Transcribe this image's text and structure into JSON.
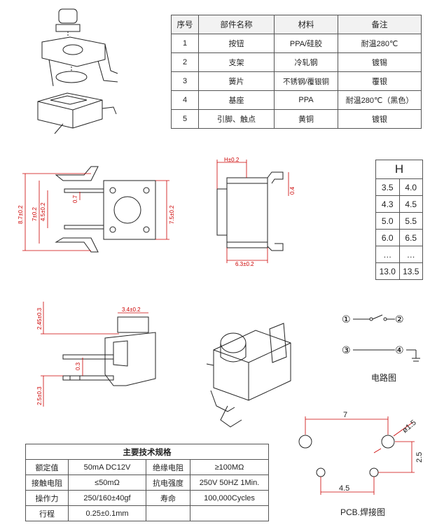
{
  "parts_table": {
    "headers": [
      "序号",
      "部件名称",
      "材料",
      "备注"
    ],
    "rows": [
      [
        "1",
        "按钮",
        "PPA/硅胶",
        "耐温280℃"
      ],
      [
        "2",
        "支架",
        "冷轧钢",
        "镀锡"
      ],
      [
        "3",
        "簧片",
        "不锈钢/覆银铜",
        "覆银"
      ],
      [
        "4",
        "基座",
        "PPA",
        "耐温280℃（黑色）"
      ],
      [
        "5",
        "引脚、触点",
        "黄铜",
        "镀银"
      ]
    ]
  },
  "h_table": {
    "header": "H",
    "rows": [
      [
        "3.5",
        "4.0"
      ],
      [
        "4.3",
        "4.5"
      ],
      [
        "5.0",
        "5.5"
      ],
      [
        "6.0",
        "6.5"
      ],
      [
        "…",
        "…"
      ],
      [
        "13.0",
        "13.5"
      ]
    ]
  },
  "spec_table": {
    "title": "主要技术规格",
    "rows": [
      [
        "额定值",
        "50mA DC12V",
        "绝缘电阻",
        "≥100MΩ"
      ],
      [
        "接触电阻",
        "≤50mΩ",
        "抗电强度",
        "250V 50HZ 1Min."
      ],
      [
        "操作力",
        "250/160±40gf",
        "寿命",
        "100,000Cycles"
      ],
      [
        "行程",
        "0.25±0.1mm",
        "",
        ""
      ]
    ]
  },
  "dims": {
    "front_total": "8.7±0.2",
    "front_pitch": "7±0.2",
    "front_inner": "4.5±0.2",
    "front_pin": "0.7",
    "front_body": "7.5±0.2",
    "side_h": "H±0.2",
    "side_w": "6.3±0.2",
    "side_pin": "0.4",
    "lower_top": "2.45±0.3",
    "lower_btn": "3.4±0.2",
    "lower_mid": "0.3",
    "lower_bottom": "2.5±0.3"
  },
  "circuit": {
    "pins": [
      "①",
      "②",
      "③",
      "④"
    ],
    "caption": "电路图"
  },
  "pcb": {
    "width": "7",
    "hole": "ø1.5",
    "pitch_v": "2.5",
    "pitch_h": "4.5",
    "caption": "PCB.焊接图"
  }
}
